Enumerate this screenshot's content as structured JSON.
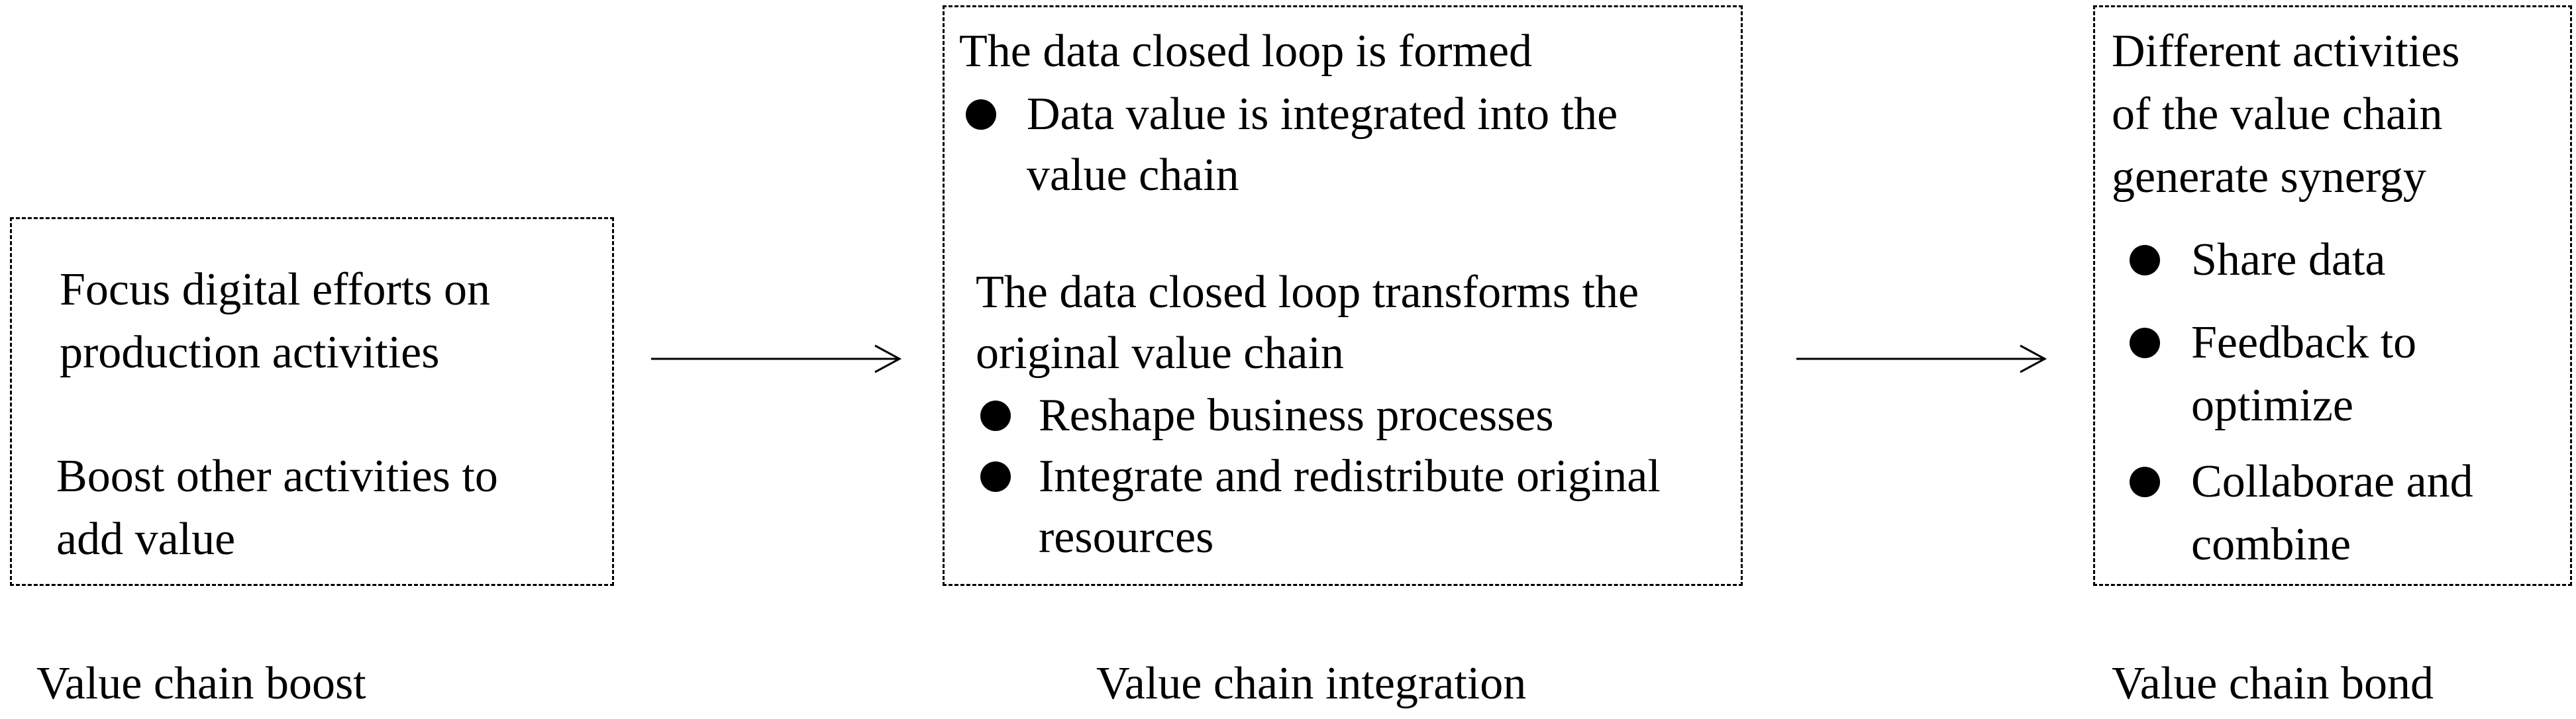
{
  "boost": {
    "line1": "Focus digital efforts on",
    "line2": "production activities",
    "line3": "Boost other activities to",
    "line4": "add value",
    "caption": "Value chain boost"
  },
  "integration": {
    "heading1": "The data closed loop is formed",
    "bullet1_line1": "Data value is integrated into the",
    "bullet1_line2": "value chain",
    "heading2_line1": "The data closed loop transforms the",
    "heading2_line2": "original value chain",
    "bullet2": "Reshape business processes",
    "bullet3_line1": "Integrate and redistribute original",
    "bullet3_line2": "resources",
    "caption": "Value chain integration"
  },
  "bond": {
    "heading_line1": "Different activities",
    "heading_line2": "of the value chain",
    "heading_line3": "generate synergy",
    "bullet1": "Share data",
    "bullet2_line1": "Feedback to",
    "bullet2_line2": "optimize",
    "bullet3_line1": "Collaborae and",
    "bullet3_line2": "combine",
    "caption": "Value chain bond"
  }
}
